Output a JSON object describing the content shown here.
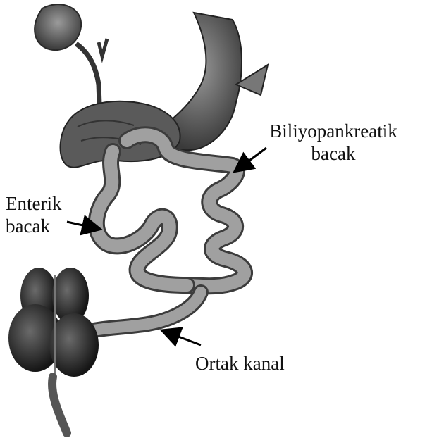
{
  "labels": {
    "biliopancreatic_line1": "Biliyopankreatik",
    "biliopancreatic_line2": "bacak",
    "enteric_line1": "Enterik",
    "enteric_line2": "bacak",
    "common_channel": "Ortak kanal"
  },
  "colors": {
    "organ_dark": "#4a4a4a",
    "organ_mid": "#7a7a7a",
    "intestine": "#9a9a9a",
    "intestine_edge": "#3c3c3c",
    "arrow": "#000000"
  },
  "icons": [
    "gallbladder-icon",
    "stomach-icon",
    "pancreas-icon",
    "colon-icon",
    "arrow-icon"
  ]
}
